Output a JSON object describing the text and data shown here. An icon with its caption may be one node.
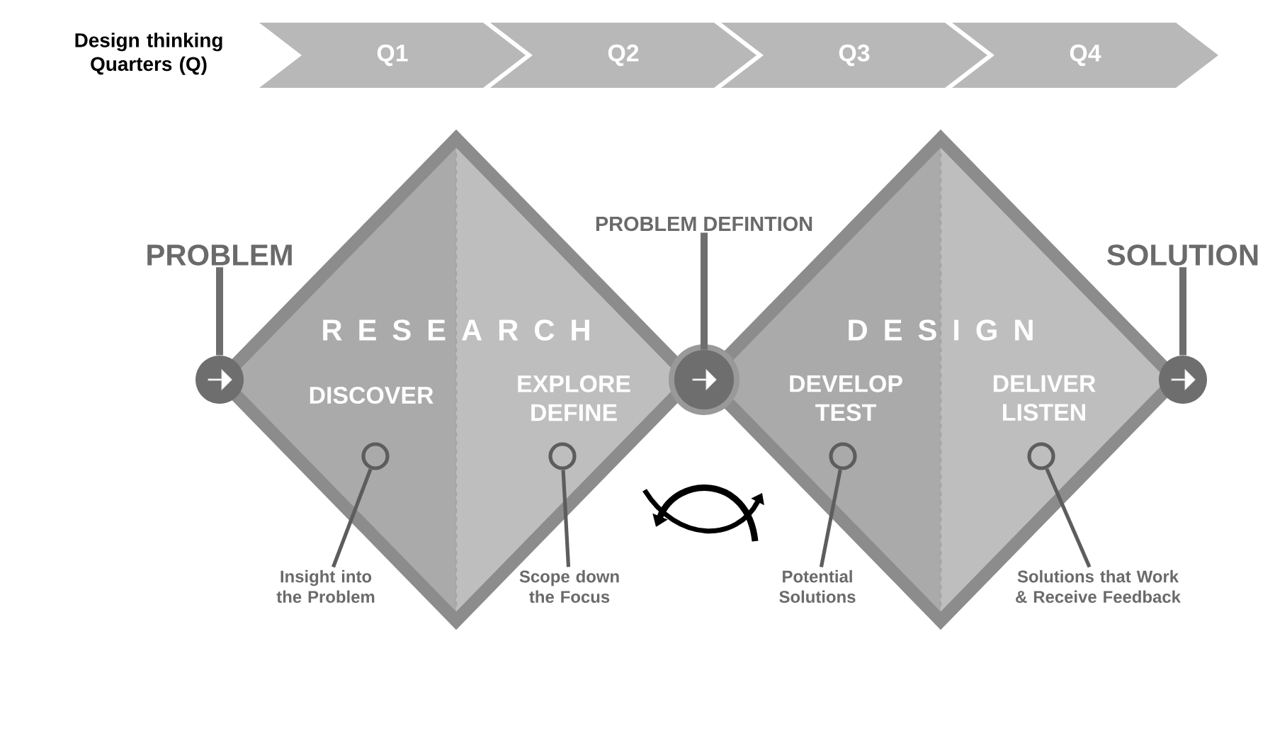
{
  "diagram": {
    "nodes": [
      {
        "text": [
          "Q1"
        ]
      },
      {
        "text": [
          "Q2"
        ]
      },
      {
        "text": [
          "Q3"
        ]
      },
      {
        "text": [
          "Q4"
        ]
      },
      {
        "text": [
          "PROBLEM"
        ]
      },
      {
        "text": [],
        "shape": "circle"
      },
      {
        "text": [
          "R E S E A R C H",
          "DISCOVER",
          "EXPLORE DEFINE"
        ]
      },
      {
        "text": [
          "PROBLEM DEFINTION"
        ]
      },
      {
        "text": [],
        "shape": "circle"
      },
      {
        "text": [
          "D E S I G N",
          "DEVELOP TEST",
          "DELIVER LISTEN"
        ]
      },
      {
        "text": [
          "SOLUTION"
        ]
      },
      {
        "text": [],
        "shape": "circle"
      },
      {
        "text": [],
        "shape": "circle",
        "in": 6
      },
      {
        "text": [],
        "shape": "circle",
        "in": 6
      },
      {
        "text": [],
        "shape": "circle",
        "in": 9
      },
      {
        "text": [],
        "shape": "circle",
        "in": 9
      },
      {
        "text": [
          "Insight into the Problem"
        ]
      },
      {
        "text": [
          "Scope down the Focus"
        ]
      },
      {
        "text": [
          "Potential Solutions"
        ]
      },
      {
        "text": [
          "Solutions that Work & Receive Feedback"
        ]
      }
    ],
    "edges": [
      {
        "from": 4,
        "to": 5,
        "arrow": "none",
        "style": "thick"
      },
      {
        "from": 7,
        "to": 8,
        "arrow": "none",
        "style": "thick"
      },
      {
        "from": 10,
        "to": 11,
        "arrow": "none",
        "style": "thick"
      },
      {
        "from": 16,
        "to": 12,
        "arrow": "none"
      },
      {
        "from": 17,
        "to": 13,
        "arrow": "none"
      },
      {
        "from": 18,
        "to": 14,
        "arrow": "none"
      },
      {
        "from": 19,
        "to": 15,
        "arrow": "none"
      }
    ],
    "labels": [
      "Design thinking Quarters (Q)"
    ]
  }
}
